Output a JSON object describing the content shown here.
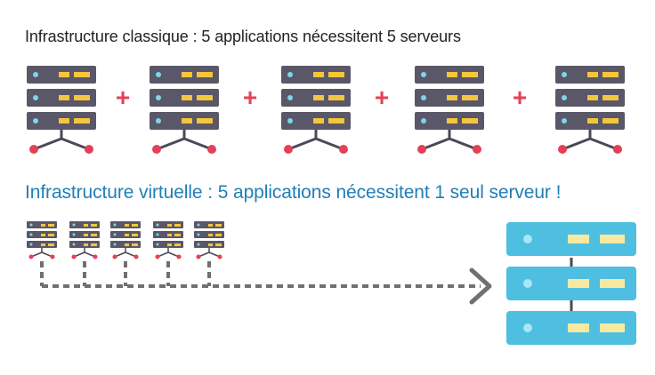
{
  "titles": {
    "classic": "Infrastructure classique : 5 applications nécessitent 5 serveurs",
    "virtual": "Infrastructure virtuelle : 5 applications nécessitent 1 seul serveur !"
  },
  "operator_symbol": "+",
  "colors": {
    "server_body": "#5a5768",
    "server_led": "#7ed6e8",
    "server_slot": "#f4c63c",
    "node_red": "#e54156",
    "stand": "#4b4958",
    "big_server": "#4ebfe0",
    "big_server_light": "#a8e6f7",
    "dotted_line": "#707070",
    "accent_blue": "#1f7fb6"
  },
  "counts": {
    "classic_servers": 5,
    "virtual_small_servers": 5,
    "virtual_physical_servers": 1
  }
}
